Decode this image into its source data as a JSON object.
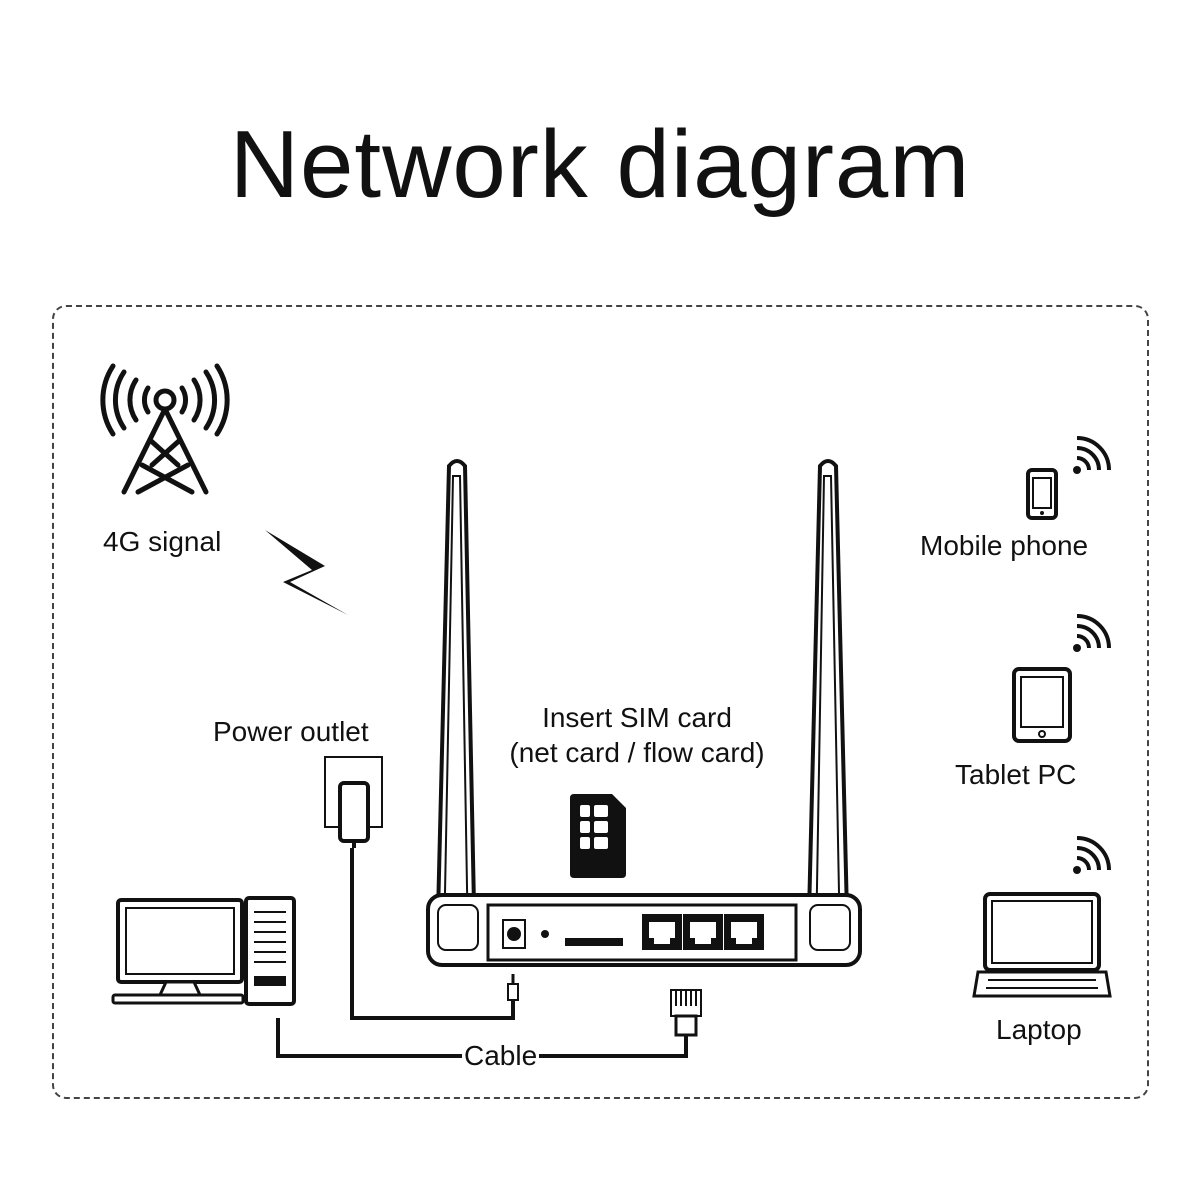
{
  "title": "Network diagram",
  "labels": {
    "signal": "4G signal",
    "power": "Power outlet",
    "sim_line1": "Insert SIM card",
    "sim_line2": "(net card / flow card)",
    "mobile": "Mobile phone",
    "tablet": "Tablet PC",
    "laptop": "Laptop",
    "cable": "Cable"
  },
  "icons": {
    "tower": "cell-tower-icon",
    "lightning": "lightning-icon",
    "sim": "sim-card-icon",
    "outlet": "power-outlet-icon",
    "pc": "desktop-computer-icon",
    "phone": "mobile-phone-icon",
    "tablet": "tablet-icon",
    "laptop": "laptop-icon",
    "wifi": "wifi-signal-icon"
  }
}
